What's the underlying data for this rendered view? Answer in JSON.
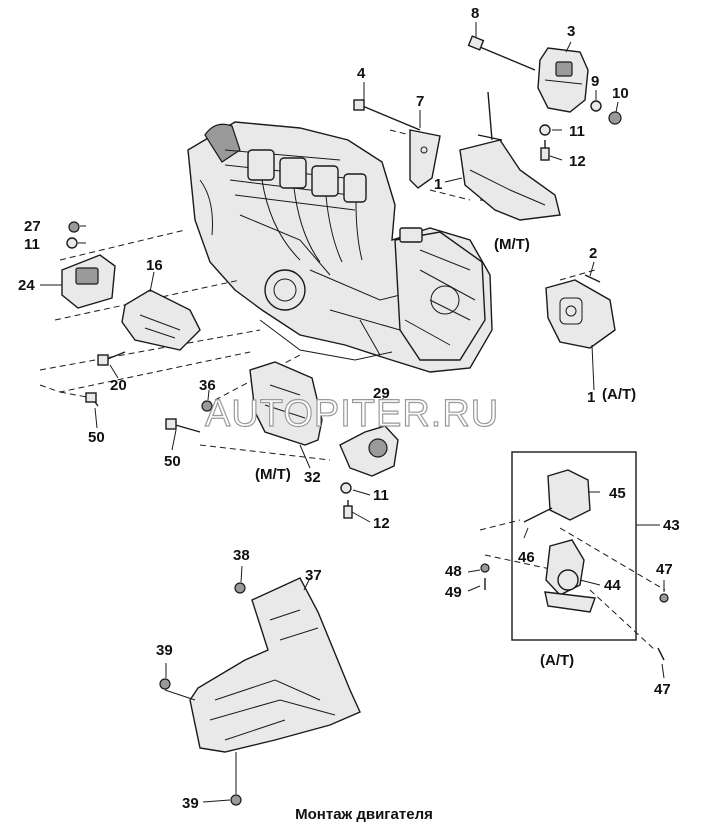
{
  "caption": "Монтаж двигателя",
  "watermark": "AUTOPITER.RU",
  "groups": {
    "mt_top": "(M/T)",
    "at_right": "(A/T)",
    "mt_bottom": "(M/T)",
    "at_box": "(A/T)"
  },
  "labels": {
    "p8": "8",
    "p3": "3",
    "p4": "4",
    "p7": "7",
    "p9": "9",
    "p10": "10",
    "p11a": "11",
    "p12a": "12",
    "p1a": "1",
    "p2": "2",
    "p1b": "1",
    "p27": "27",
    "p11b": "11",
    "p24": "24",
    "p16": "16",
    "p20": "20",
    "p50a": "50",
    "p36": "36",
    "p29": "29",
    "p50b": "50",
    "p32": "32",
    "p11c": "11",
    "p12b": "12",
    "p45": "45",
    "p43": "43",
    "p46": "46",
    "p48": "48",
    "p49": "49",
    "p47a": "47",
    "p44": "44",
    "p47b": "47",
    "p38": "38",
    "p37": "37",
    "p39a": "39",
    "p39b": "39"
  }
}
